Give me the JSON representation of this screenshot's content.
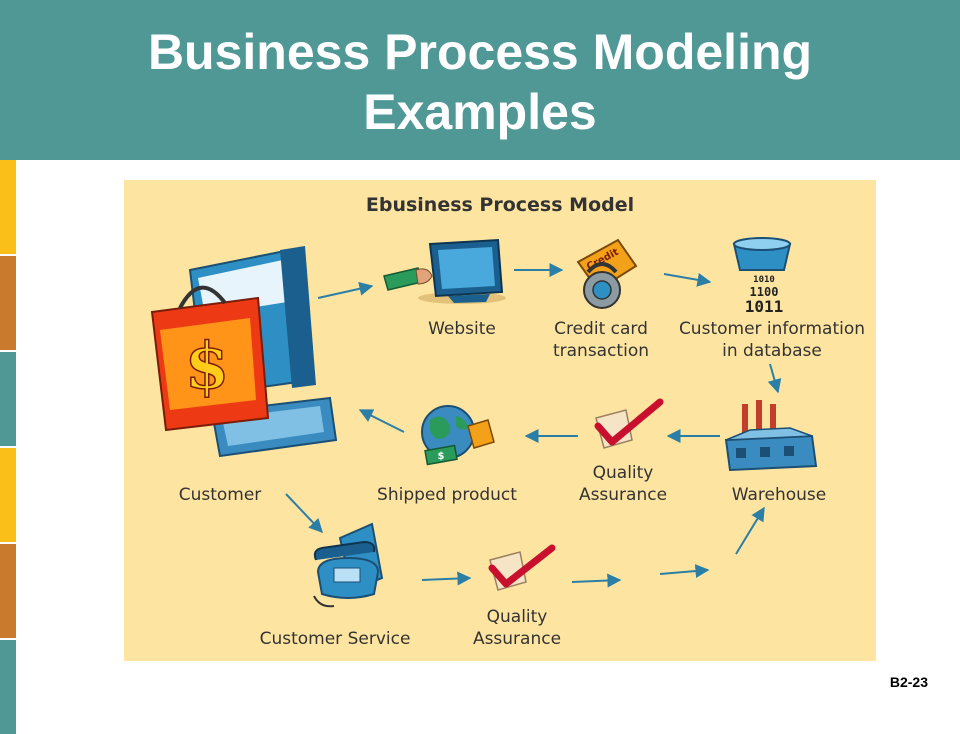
{
  "slide": {
    "title_line1": "Business Process Modeling",
    "title_line2": "Examples",
    "number": "B2-23"
  },
  "colors": {
    "header": "#4f9895",
    "panel": "#fde5a1",
    "arrow": "#2b7fa6",
    "sidebar": [
      "#fbbf1a",
      "#c97a2c",
      "#4f9895",
      "#fbbf1a",
      "#c97a2c",
      "#4f9895"
    ]
  },
  "diagram": {
    "title": "Ebusiness Process Model",
    "nodes": [
      {
        "id": "customer",
        "label": "Customer",
        "icon": "shopping-bag-computer-icon"
      },
      {
        "id": "website",
        "label": "Website",
        "icon": "monitor-card-icon"
      },
      {
        "id": "credit",
        "label": "Credit card\ntransaction",
        "icon": "credit-card-lock-icon"
      },
      {
        "id": "database",
        "label": "Customer information\nin database",
        "icon": "database-binary-icon"
      },
      {
        "id": "warehouse",
        "label": "Warehouse",
        "icon": "factory-icon"
      },
      {
        "id": "qa1",
        "label": "Quality\nAssurance",
        "icon": "check-mark-icon"
      },
      {
        "id": "shipped",
        "label": "Shipped product",
        "icon": "globe-package-icon"
      },
      {
        "id": "service",
        "label": "Customer Service",
        "icon": "telephone-icon"
      },
      {
        "id": "qa2",
        "label": "Quality\nAssurance",
        "icon": "check-mark-icon"
      }
    ]
  }
}
